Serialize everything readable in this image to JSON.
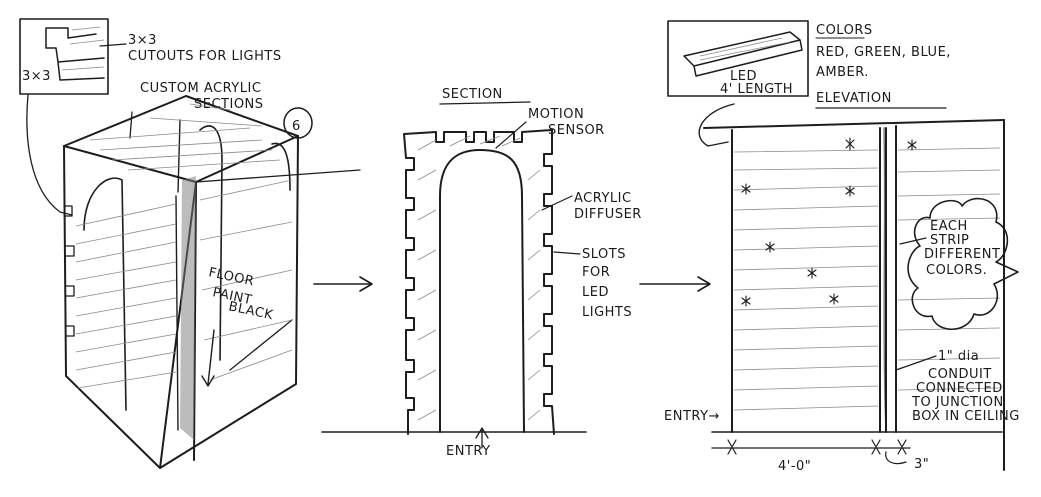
{
  "left_sketch": {
    "cutout_label_line1": "3×3",
    "cutout_label_line2": "CUTOUTS FOR LIGHTS",
    "inset_dim": "3×3",
    "acrylic_label_line1": "CUSTOM ACRYLIC",
    "acrylic_label_line2": "SECTIONS",
    "section_count": "6",
    "floor_line1": "FLOOR",
    "floor_line2": "PAINT",
    "floor_line3": "BLACK"
  },
  "section_sketch": {
    "title": "SECTION",
    "motion_line1": "MOTION",
    "motion_line2": "SENSOR",
    "acrylic_line1": "ACRYLIC",
    "acrylic_line2": "DIFFUSER",
    "slots_line1": "SLOTS",
    "slots_line2": "FOR",
    "slots_line3": "LED",
    "slots_line4": "LIGHTS",
    "entry": "ENTRY"
  },
  "elevation_sketch": {
    "led_line1": "LED",
    "led_line2": "4' LENGTH",
    "colors_title": "COLORS",
    "colors_line1": "RED, GREEN, BLUE,",
    "colors_line2": "AMBER.",
    "title": "ELEVATION",
    "cloud_line1": "EACH",
    "cloud_line2": "STRIP",
    "cloud_line3": "DIFFERENT",
    "cloud_line4": "COLORS.",
    "conduit_dia": "1\" dia",
    "conduit_line1": "CONDUIT",
    "conduit_line2": "CONNECTED",
    "conduit_line3": "TO JUNCTION",
    "conduit_line4": "BOX IN CEILING",
    "entry": "ENTRY→",
    "dim_width": "4'-0\"",
    "dim_gap": "3\""
  }
}
